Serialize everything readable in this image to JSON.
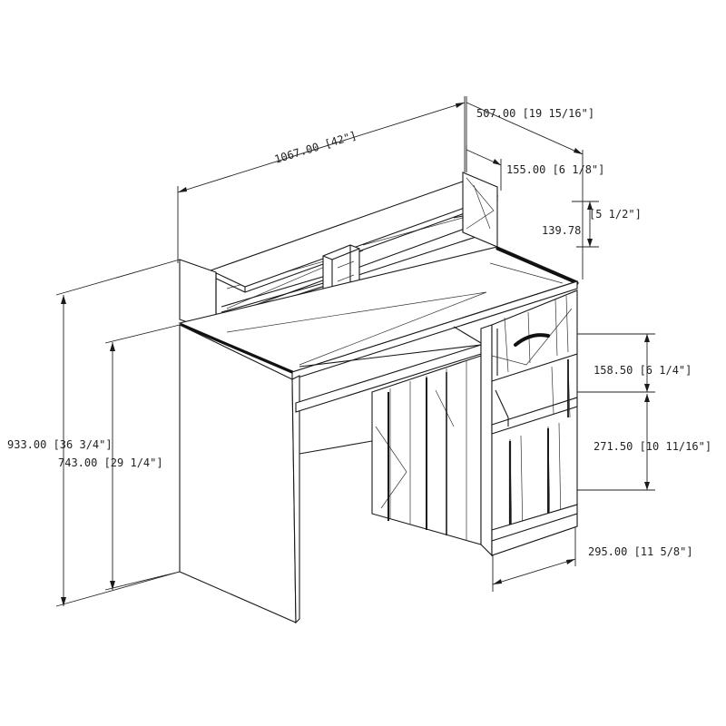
{
  "dimensions": {
    "overall_width": "1067.00 [42\"]",
    "overall_depth": "507.00 [19 15/16\"]",
    "hutch_depth": "155.00 [6 1/8\"]",
    "hutch_height_val": "139.78",
    "hutch_height_in": "[5 1/2\"]",
    "overall_height": "933.00 [36 3/4\"]",
    "desk_height": "743.00 [29 1/4\"]",
    "drawer_height": "158.50 [6 1/4\"]",
    "shelf_height": "271.50 [10 11/16\"]",
    "cabinet_width": "295.00 [11 5/8\"]"
  },
  "colors": {
    "line": "#1a1a1a",
    "background": "#ffffff"
  }
}
